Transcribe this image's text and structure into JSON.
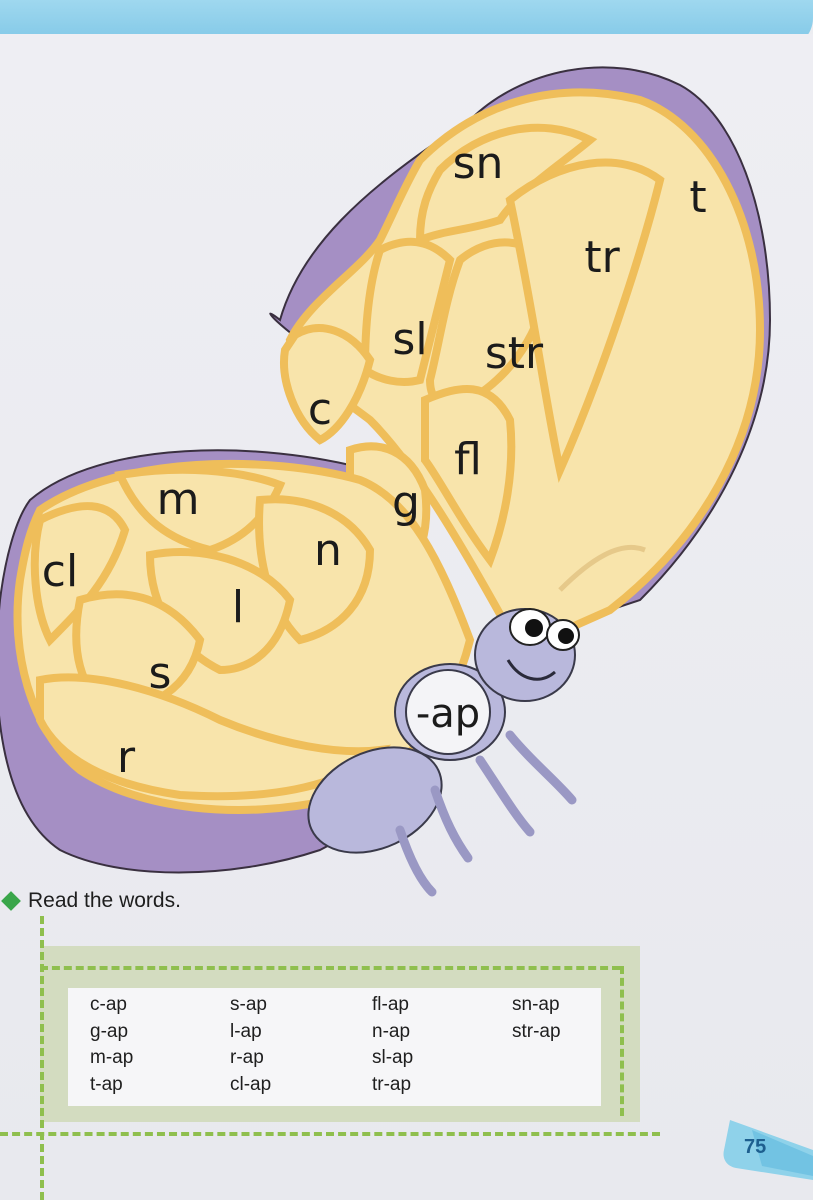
{
  "butterfly": {
    "center_label": "-ap",
    "onsets": [
      "sn",
      "t",
      "tr",
      "sl",
      "str",
      "c",
      "fl",
      "g",
      "m",
      "n",
      "cl",
      "l",
      "s",
      "r"
    ]
  },
  "instruction": {
    "text": "Read the words."
  },
  "word_columns": [
    [
      "c-ap",
      "g-ap",
      "m-ap",
      "t-ap"
    ],
    [
      "s-ap",
      "l-ap",
      "r-ap",
      "cl-ap"
    ],
    [
      "fl-ap",
      "n-ap",
      "sl-ap",
      "tr-ap"
    ],
    [
      "sn-ap",
      "str-ap"
    ]
  ],
  "page_number": "75",
  "colors": {
    "wing_purple": "#a58fc4",
    "wing_yellow": "#f8e4ab",
    "wing_veins": "#efbe5a",
    "body_lavender": "#b9b8dc",
    "accent_green": "#8fbf4e",
    "page_tab_blue": "#8fd2ea"
  }
}
